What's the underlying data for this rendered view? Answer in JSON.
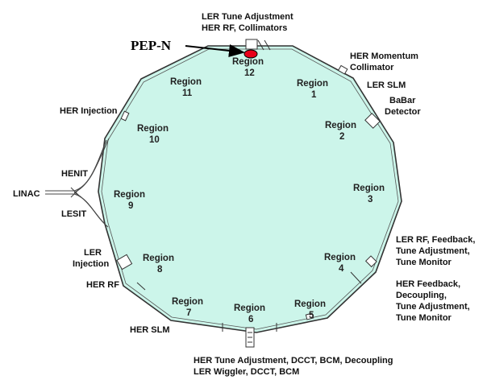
{
  "colors": {
    "ring_fill": "#ccf5ea",
    "pep_marker": "#e8001a",
    "line": "#333333"
  },
  "pep_label": "PEP-N",
  "labels": {
    "top": [
      "LER Tune Adjustment",
      "HER RF, Collimators"
    ],
    "her_momentum": [
      "HER Momentum",
      "Collimator"
    ],
    "ler_slm": "LER SLM",
    "babar": [
      "BaBar",
      "Detector"
    ],
    "her_injection": "HER Injection",
    "henit": "HENIT",
    "linac": "LINAC",
    "lesit": "LESIT",
    "ler_injection": [
      "LER",
      "Injection"
    ],
    "her_rf": "HER RF",
    "her_slm": "HER SLM",
    "ler_rf": [
      "LER RF, Feedback,",
      "Tune Adjustment,",
      "Tune Monitor"
    ],
    "her_feedback": [
      "HER Feedback,",
      "Decoupling,",
      "Tune Adjustment,",
      "Tune Monitor"
    ],
    "bottom": [
      "HER Tune Adjustment, DCCT, BCM, Decoupling",
      "LER Wiggler, DCCT, BCM"
    ]
  },
  "regions": [
    {
      "name": "Region",
      "num": "1"
    },
    {
      "name": "Region",
      "num": "2"
    },
    {
      "name": "Region",
      "num": "3"
    },
    {
      "name": "Region",
      "num": "4"
    },
    {
      "name": "Region",
      "num": "5"
    },
    {
      "name": "Region",
      "num": "6"
    },
    {
      "name": "Region",
      "num": "7"
    },
    {
      "name": "Region",
      "num": "8"
    },
    {
      "name": "Region",
      "num": "9"
    },
    {
      "name": "Region",
      "num": "10"
    },
    {
      "name": "Region",
      "num": "11"
    },
    {
      "name": "Region",
      "num": "12"
    }
  ]
}
